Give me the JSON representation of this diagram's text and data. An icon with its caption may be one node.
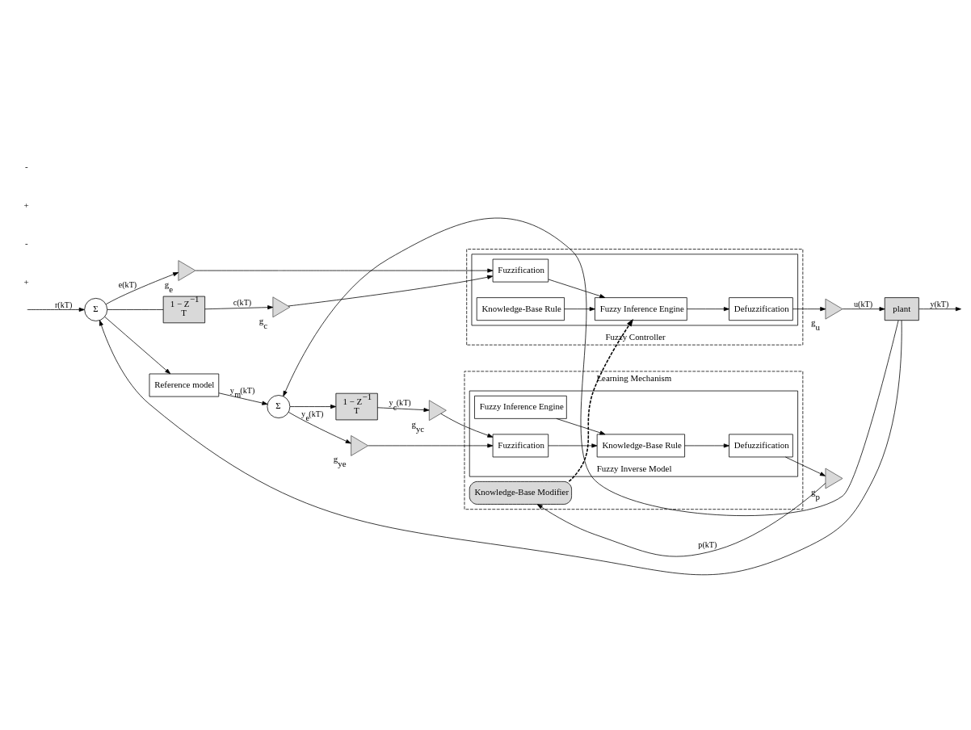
{
  "diagram": {
    "nodes": [
      {
        "text": [
          "Learning Mechanism"
        ]
      },
      {
        "text": [
          "Fuzzy Inverse Model"
        ],
        "in": 0
      },
      {
        "text": [
          "Defuzzification"
        ],
        "in": 1
      },
      {
        "text": [
          "Knowledge-Base Rule"
        ],
        "in": 1
      },
      {
        "text": [
          "Fuzzy Inference Engine"
        ],
        "in": 1
      },
      {
        "text": [
          "Fuzzification"
        ],
        "in": 1
      },
      {
        "text": [
          "Knowledge-Base Modifier"
        ],
        "in": 0
      },
      {
        "text": [
          "Fuzzy Controller"
        ]
      },
      {
        "text": [],
        "shape": "box",
        "in": 7
      },
      {
        "text": [
          "Fuzzification"
        ],
        "in": 8
      },
      {
        "text": [
          "Knowledge-Base Rule"
        ],
        "in": 8
      },
      {
        "text": [
          "Fuzzy Inference Engine"
        ],
        "in": 8
      },
      {
        "text": [
          "Defuzzification"
        ],
        "in": 8
      },
      {
        "text": [
          "Reference model"
        ]
      },
      {
        "text": [
          "Σ"
        ]
      },
      {
        "text": [
          "1 − Z$^{−1}$",
          "T"
        ]
      },
      {
        "text": [],
        "shape": "triangle",
        "beside": [
          "g$_{e}$"
        ]
      },
      {
        "text": [],
        "shape": "triangle",
        "beside": [
          "g$_{c}$"
        ]
      },
      {
        "text": [],
        "shape": "triangle",
        "beside": [
          "g$_{u}$"
        ]
      },
      {
        "text": [
          "plant"
        ]
      },
      {
        "text": [
          "Σ"
        ]
      },
      {
        "text": [
          "1 − Z$^{−1}$",
          "T"
        ]
      },
      {
        "text": [],
        "shape": "triangle",
        "beside": [
          "g$_{ye}$"
        ]
      },
      {
        "text": [],
        "shape": "triangle",
        "beside": [
          "g$_{yc}$"
        ]
      },
      {
        "text": [],
        "shape": "triangle",
        "beside": [
          "g$_{p}$"
        ]
      }
    ],
    "edges": [
      {
        "from": null,
        "to": 14,
        "arrow": "to",
        "label": "r(kT)"
      },
      {
        "from": 14,
        "to": 13,
        "arrow": "to"
      },
      {
        "from": 14,
        "to": 16,
        "arrow": "to",
        "label": "e(kT)"
      },
      {
        "from": 14,
        "to": 15,
        "arrow": "none"
      },
      {
        "from": 15,
        "to": 17,
        "arrow": "to",
        "label": "c(kT)"
      },
      {
        "from": 16,
        "to": 9,
        "arrow": "to"
      },
      {
        "from": 17,
        "to": 9,
        "arrow": "to"
      },
      {
        "from": 9,
        "to": 11,
        "arrow": "to"
      },
      {
        "from": 10,
        "to": 11,
        "arrow": "to"
      },
      {
        "from": 11,
        "to": 12,
        "arrow": "to"
      },
      {
        "from": 12,
        "to": 18,
        "arrow": "to"
      },
      {
        "from": 18,
        "to": 19,
        "arrow": "to",
        "label": "u(kT)"
      },
      {
        "from": 19,
        "to": null,
        "arrow": "to",
        "label": "y(kT)"
      },
      {
        "from": 19,
        "to": 20,
        "arrow": "to"
      },
      {
        "from": 19,
        "to": 14,
        "arrow": "to"
      },
      {
        "from": 13,
        "to": 20,
        "arrow": "to",
        "label": "y$_{m}$(kT)"
      },
      {
        "from": 20,
        "to": 21,
        "arrow": "to"
      },
      {
        "from": 20,
        "to": 22,
        "arrow": "to",
        "label": "y$_{e}$(kT)"
      },
      {
        "from": 21,
        "to": 23,
        "arrow": "to",
        "label": "y$_{c}$(kT)"
      },
      {
        "from": 22,
        "to": 5,
        "arrow": "to"
      },
      {
        "from": 23,
        "to": 5,
        "arrow": "to"
      },
      {
        "from": 5,
        "to": 3,
        "arrow": "to"
      },
      {
        "from": 4,
        "to": 3,
        "arrow": "to"
      },
      {
        "from": 3,
        "to": 2,
        "arrow": "to"
      },
      {
        "from": 2,
        "to": 24,
        "arrow": "to"
      },
      {
        "from": 24,
        "to": 6,
        "arrow": "to",
        "label": "p(kT)"
      },
      {
        "from": 6,
        "to": 11,
        "arrow": "to",
        "style": "dashed"
      }
    ],
    "labels": [
      "+",
      "-",
      "+",
      "-"
    ]
  }
}
